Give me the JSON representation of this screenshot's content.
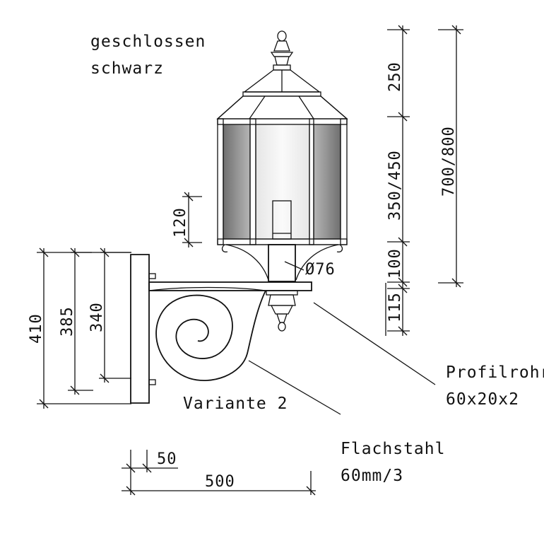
{
  "labels": {
    "closed": "geschlossen",
    "color": "schwarz",
    "variant": "Variante 2",
    "profile_name": "Profilrohr",
    "profile_size": "60x20x2",
    "flat_name": "Flachstahl",
    "flat_size": "60mm/3"
  },
  "dimensions": {
    "top_250": "250",
    "glass_350_450": "350/450",
    "base_100": "100",
    "finial_115": "115",
    "total_700_800": "700/800",
    "door_120": "120",
    "pipe_diameter": "Ø76",
    "plate_410": "410",
    "plate_385": "385",
    "plate_340": "340",
    "offset_50": "50",
    "width_500": "500"
  },
  "colors": {
    "line": "#111111",
    "glass_dark": "#8f8f8f",
    "glass_light": "#f2f2f2"
  }
}
